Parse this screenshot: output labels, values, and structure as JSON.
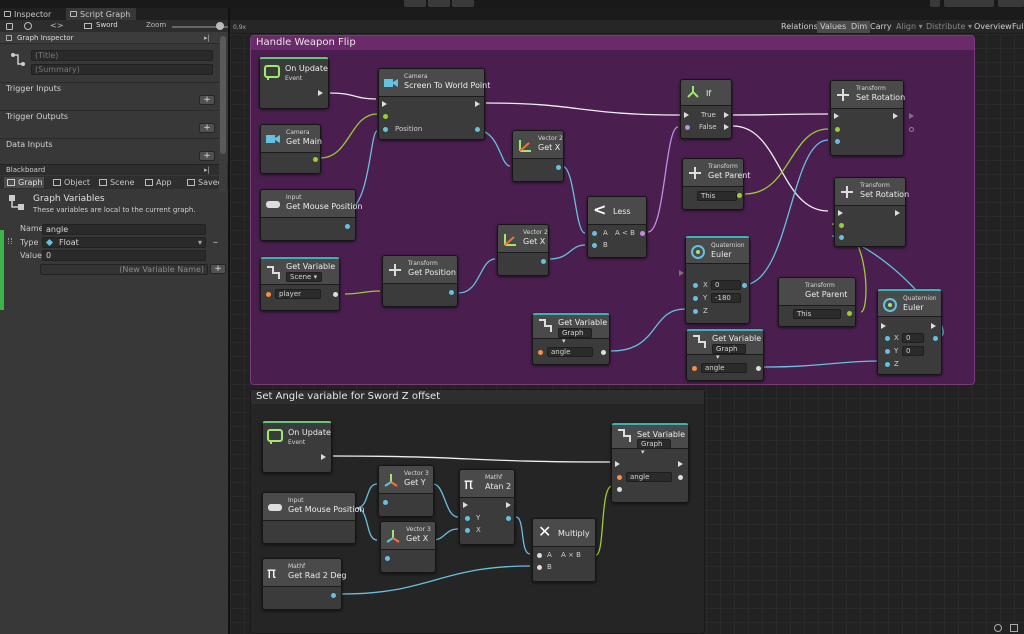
{
  "window": {
    "tabs": [
      {
        "label": "Inspector"
      },
      {
        "label": "Script Graph"
      }
    ]
  },
  "graph_inspector": {
    "toolbar_icon_title": "Graph Inspector",
    "title_placeholder": "(Title)",
    "summary_placeholder": "(Summary)",
    "sections": [
      {
        "label": "Trigger Inputs"
      },
      {
        "label": "Trigger Outputs"
      },
      {
        "label": "Data Inputs"
      }
    ]
  },
  "blackboard": {
    "header": "Blackboard",
    "tabs": [
      {
        "label": "Graph"
      },
      {
        "label": "Object"
      },
      {
        "label": "Scene"
      },
      {
        "label": "App"
      },
      {
        "label": "Saved"
      }
    ],
    "info_title": "Graph Variables",
    "info_text": "These variables are local to the current graph.",
    "variable": {
      "name_label": "Name",
      "name": "angle",
      "type_label": "Type",
      "type": "Float",
      "value_label": "Value",
      "value": "0"
    },
    "new_variable_placeholder": "(New Variable Name)"
  },
  "graph_toolbar": {
    "breadcrumb": "Sword",
    "zoom_label": "Zoom",
    "zoom_value": "0,9x",
    "zoom_fraction": 0.9,
    "buttons": [
      {
        "label": "Relations"
      },
      {
        "label": "Values"
      },
      {
        "label": "Dim"
      },
      {
        "label": "Carry"
      },
      {
        "label": "Align ▾"
      },
      {
        "label": "Distribute ▾"
      },
      {
        "label": "Overview"
      },
      {
        "label": "Ful"
      }
    ]
  },
  "groups": [
    {
      "title": "Handle Weapon Flip",
      "color": "#6b2b6b"
    },
    {
      "title": "Set Angle variable for Sword Z offset",
      "color": "#2a2a2a"
    }
  ],
  "nodes": {
    "on_update_1": {
      "sub": "On Update",
      "main": "Event"
    },
    "camera_s2w": {
      "sub": "Camera",
      "main": "Screen To World Point",
      "port": "Position"
    },
    "camera_main": {
      "sub": "Camera",
      "main": "Get Main"
    },
    "input_mouse_1": {
      "sub": "Input",
      "main": "Get Mouse Position"
    },
    "get_var_scene": {
      "main": "Get Variable",
      "kind": "Scene ▾",
      "var": "player"
    },
    "transform_pos": {
      "sub": "Transform",
      "main": "Get Position"
    },
    "vec2_getx_1": {
      "sub": "Vector 2",
      "main": "Get X"
    },
    "vec2_getx_2": {
      "sub": "Vector 2",
      "main": "Get X"
    },
    "less": {
      "main": "Less",
      "a": "A",
      "ab": "A < B",
      "b": "B"
    },
    "if_node": {
      "main": "If",
      "true": "True",
      "false": "False"
    },
    "transform_parent_1": {
      "sub": "Transform",
      "main": "Get Parent",
      "this": "This"
    },
    "quat_euler_1": {
      "sub": "Quaternion",
      "main": "Euler",
      "x_label": "X",
      "x": "0",
      "y_label": "Y",
      "y": "-180",
      "z_label": "Z"
    },
    "get_var_graph_1": {
      "main": "Get Variable",
      "kind": "Graph ▾",
      "var": "angle"
    },
    "get_var_graph_2": {
      "main": "Get Variable",
      "kind": "Graph ▾",
      "var": "angle"
    },
    "transform_setrot_1": {
      "sub": "Transform",
      "main": "Set Rotation"
    },
    "transform_setrot_2": {
      "sub": "Transform",
      "main": "Set Rotation"
    },
    "transform_parent_2": {
      "sub": "Transform",
      "main": "Get Parent",
      "this": "This"
    },
    "quat_euler_2": {
      "sub": "Quaternion",
      "main": "Euler",
      "x_label": "X",
      "x": "0",
      "y_label": "Y",
      "y": "0",
      "z_label": "Z"
    },
    "on_update_2": {
      "sub": "On Update",
      "main": "Event"
    },
    "input_mouse_2": {
      "sub": "Input",
      "main": "Get Mouse Position"
    },
    "vec3_gety": {
      "sub": "Vector 3",
      "main": "Get Y"
    },
    "vec3_getx": {
      "sub": "Vector 3",
      "main": "Get X"
    },
    "atan2": {
      "sub": "Mathf",
      "main": "Atan 2",
      "y": "Y",
      "x": "X"
    },
    "multiply": {
      "main": "Multiply",
      "a": "A",
      "axb": "A × B",
      "b": "B"
    },
    "rad2deg": {
      "sub": "Mathf",
      "main": "Get Rad 2 Deg"
    },
    "set_var": {
      "main": "Set Variable",
      "kind": "Graph ▾",
      "var": "angle"
    }
  },
  "colors": {
    "flow": "#dddddd",
    "vector": "#66c0e0",
    "object": "#9acd32",
    "bool": "#c58be0",
    "purple_group": "#4a1f4f"
  }
}
